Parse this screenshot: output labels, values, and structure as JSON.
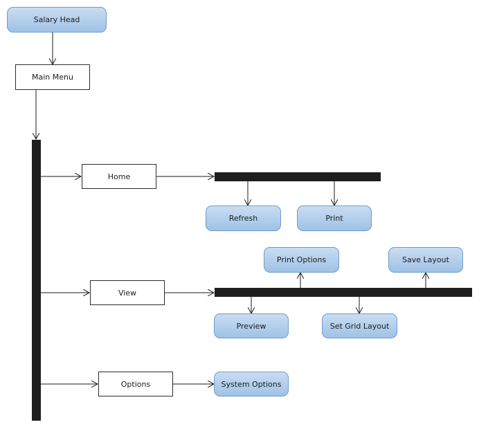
{
  "diagram": {
    "nodes": {
      "salary_head": "Salary Head",
      "main_menu": "Main Menu",
      "home": "Home",
      "refresh": "Refresh",
      "print": "Print",
      "view": "View",
      "print_options": "Print Options",
      "save_layout": "Save Layout",
      "preview": "Preview",
      "set_grid_layout": "Set Grid Layout",
      "options": "Options",
      "system_options": "System Options"
    },
    "colors": {
      "pill_fill_top": "#c9ddf2",
      "pill_fill_bottom": "#9fc2e6",
      "pill_border": "#6f9cc8",
      "bar": "#1e1e1e",
      "line": "#1a1a1a"
    }
  }
}
